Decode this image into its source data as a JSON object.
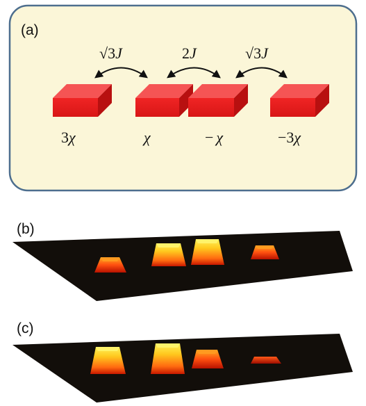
{
  "panels": {
    "a": {
      "label": "(a)",
      "couplings": [
        {
          "prefix": "√3",
          "symbol": "J"
        },
        {
          "prefix": "2",
          "symbol": "J"
        },
        {
          "prefix": "√3",
          "symbol": "J"
        }
      ],
      "detunings": [
        {
          "coef": "3",
          "symbol": "χ"
        },
        {
          "coef": "",
          "symbol": "χ"
        },
        {
          "coef": "−",
          "symbol": "χ"
        },
        {
          "coef": "−3",
          "symbol": "χ"
        }
      ],
      "box_fill": "#fbf6d8",
      "box_stroke": "#4d6e8e",
      "block_color": "#ee2020"
    },
    "b": {
      "label": "(b)",
      "intensities": [
        0.45,
        0.85,
        0.85,
        0.45
      ]
    },
    "c": {
      "label": "(c)",
      "intensities": [
        0.85,
        0.85,
        0.45,
        0.12
      ]
    }
  }
}
